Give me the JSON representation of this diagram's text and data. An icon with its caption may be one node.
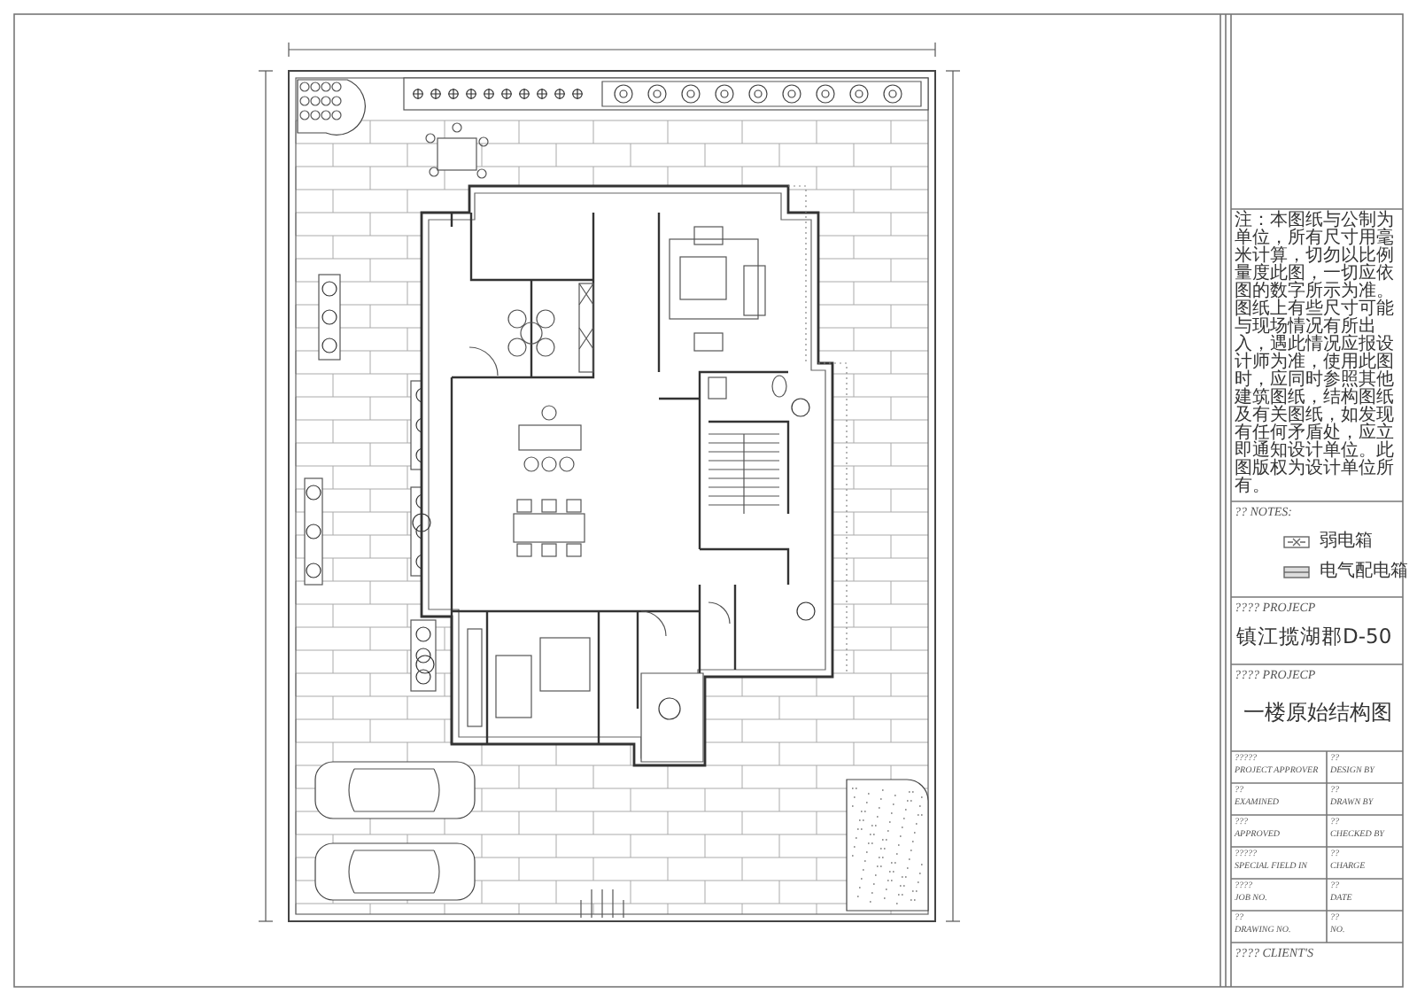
{
  "diagram": {
    "labels": [
      "注：本图纸与公制为单位，所有尺寸用毫米计算，切勿以比例量度此图，一切应依图的数字所示为准。图纸上有些尺寸可能与现场情况有所出入，遇此情况应报设计师为准，使用此图时，应同时参照其他建筑图纸，结构图纸及有关图纸，如发现有任何矛盾处，应立即通知设计单位。此图版权为设计单位所有。",
      "?? NOTES:",
      "???? PROJECP",
      "镇江揽湖郡D-50",
      "???? PROJECP",
      "一楼原始结构图",
      "?????",
      "PROJECT APPROVER",
      "??",
      "DESIGN BY",
      "??",
      "EXAMINED",
      "??",
      "DRAWN BY",
      "???",
      "APPROVED",
      "??",
      "CHECKED BY",
      "?????",
      "SPECIAL FIELD IN",
      "??",
      "CHARGE",
      "????",
      "JOB NO.",
      "??",
      "DATE",
      "??",
      "DRAWING NO.",
      "??",
      "NO.",
      "???? CLIENT'S"
    ],
    "legend": [
      {
        "text": "弱电箱"
      },
      {
        "text": "电气配电箱"
      }
    ]
  }
}
